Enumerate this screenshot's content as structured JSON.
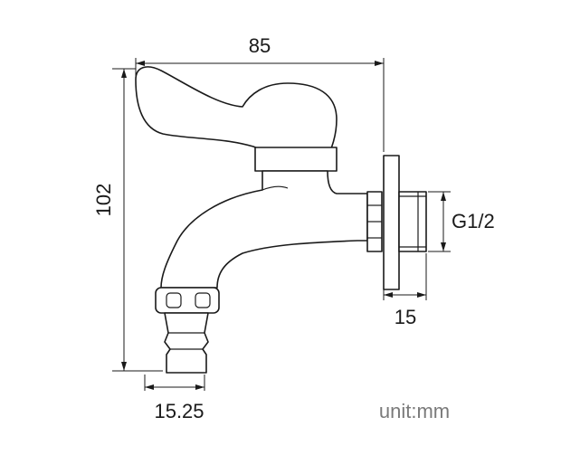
{
  "dimensions": {
    "width_overall": "85",
    "height_overall": "102",
    "thread_size": "G1/2",
    "flange_depth": "15",
    "outlet_diameter": "15.25"
  },
  "unit_label": "unit:mm"
}
